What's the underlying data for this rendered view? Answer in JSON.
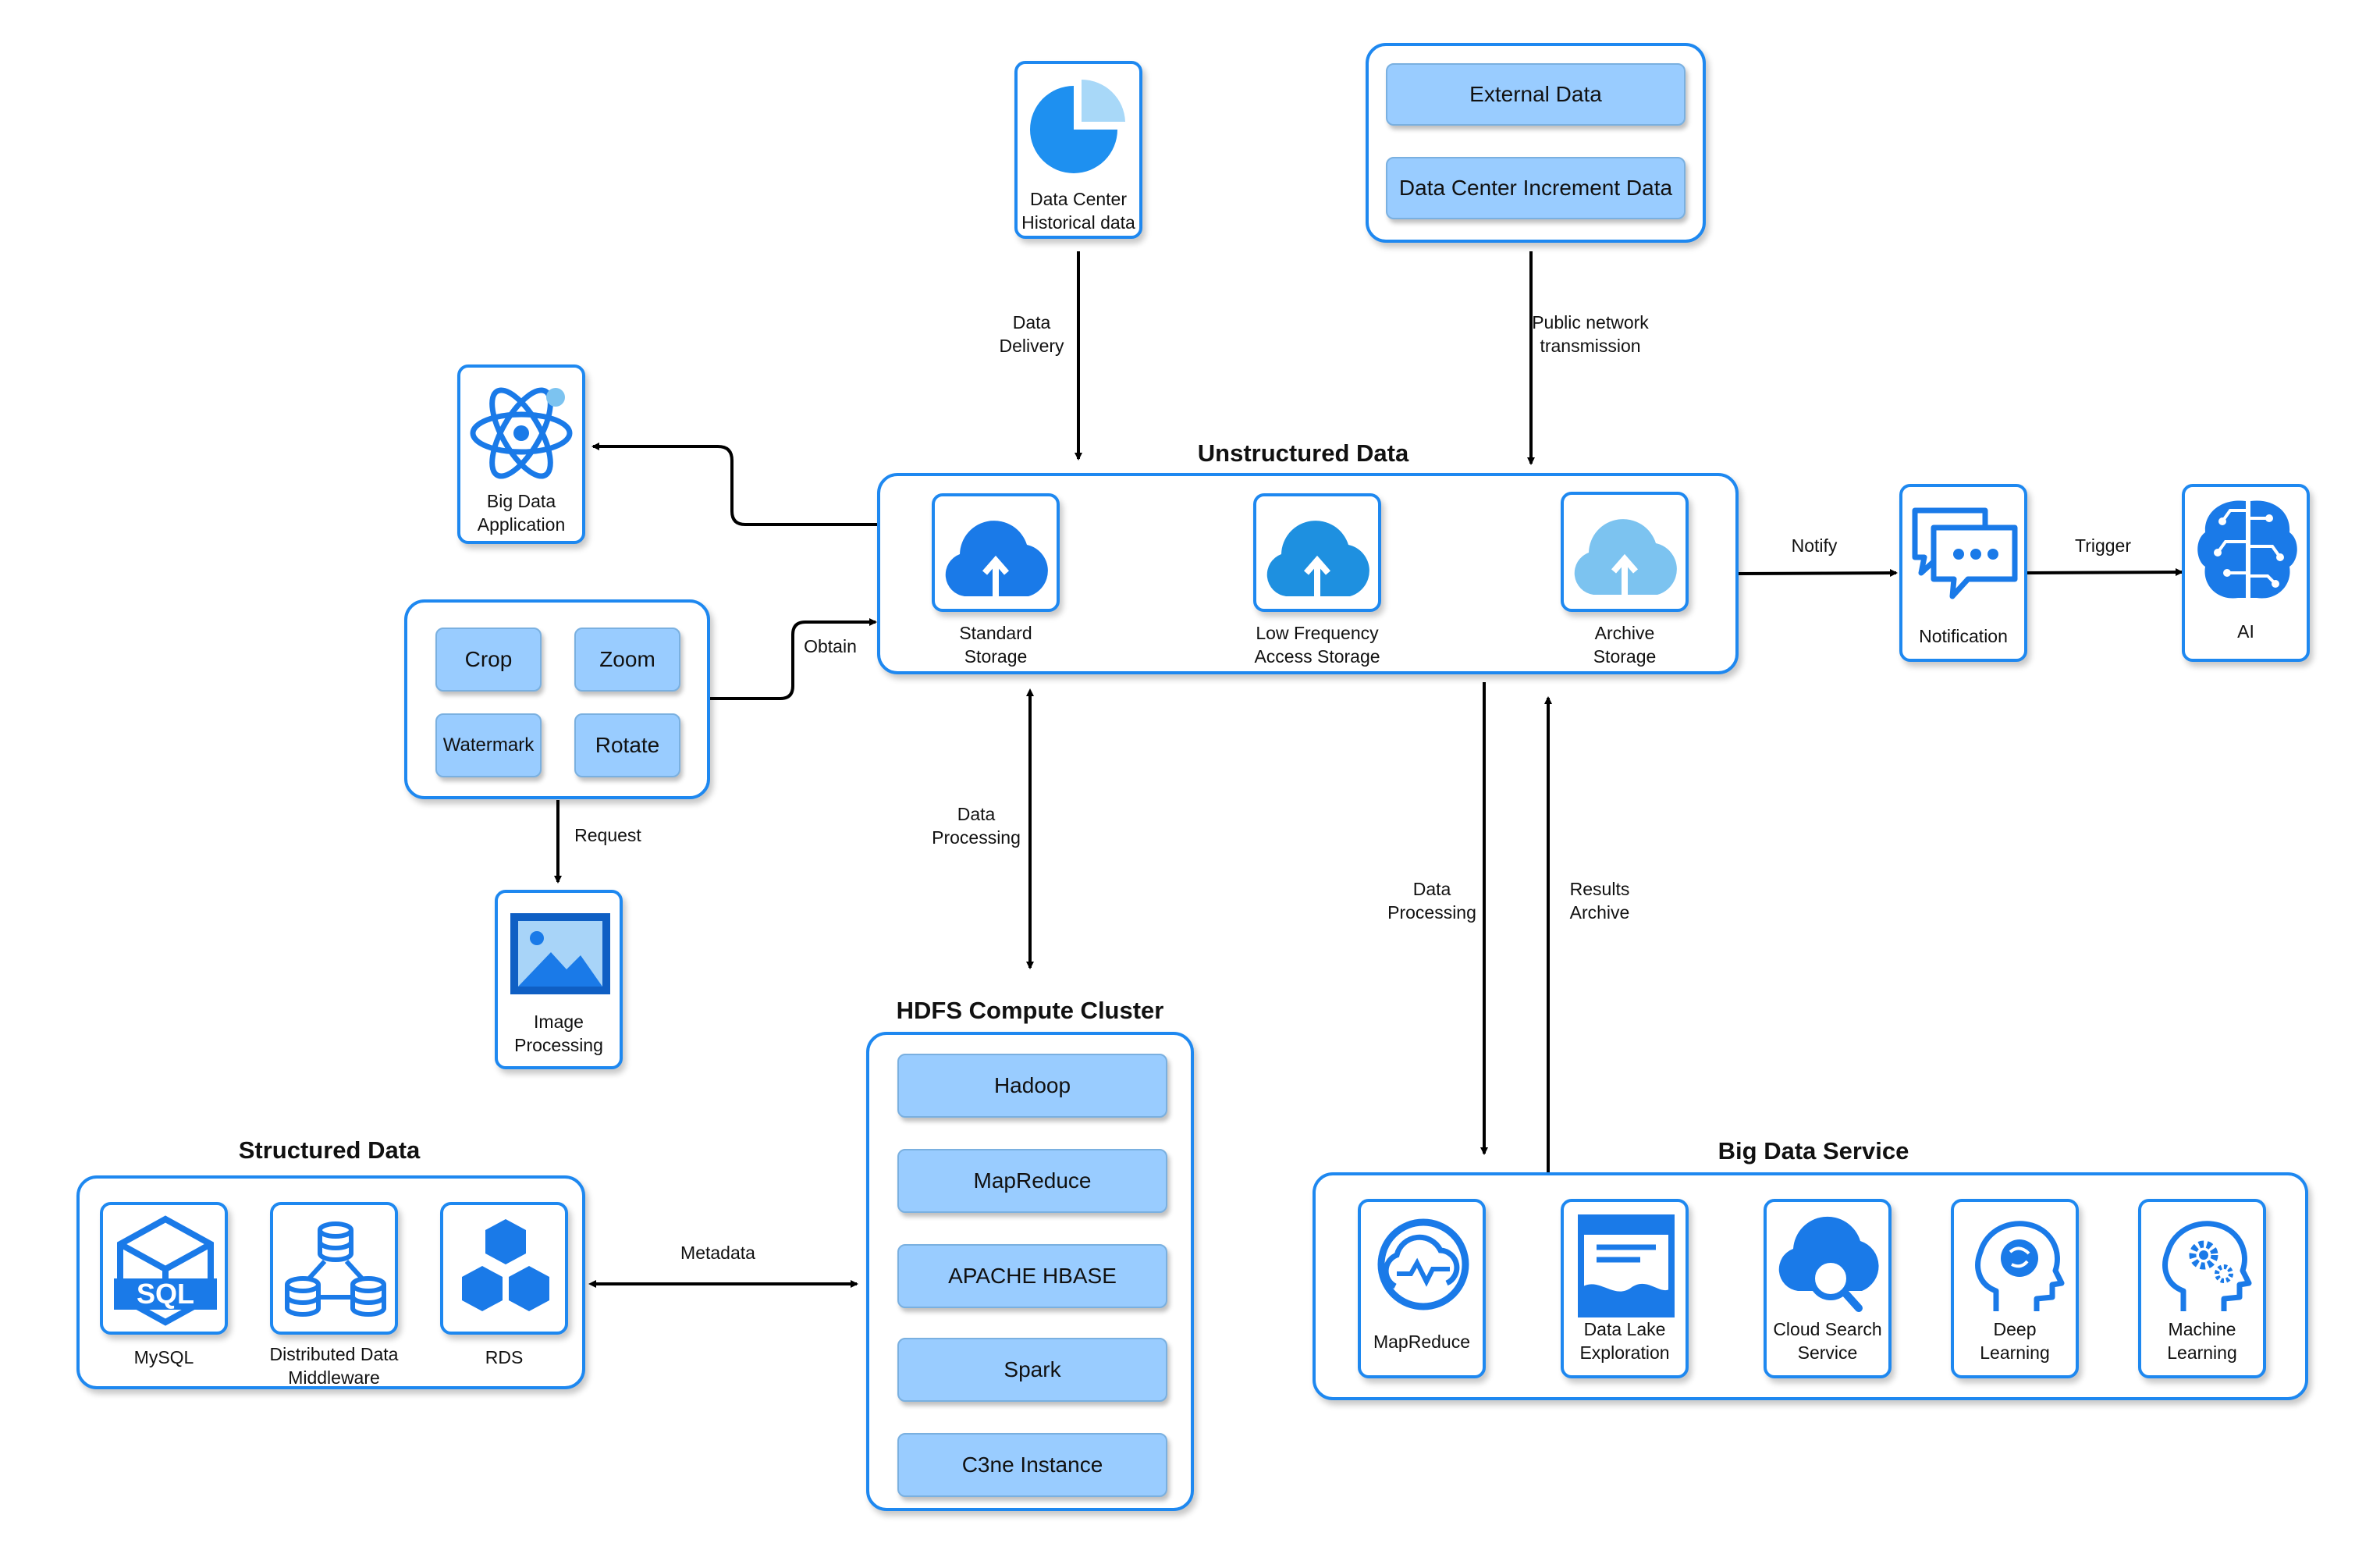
{
  "top": {
    "historical": {
      "label": "Data Center\nHistorical data"
    },
    "external": {
      "label": "External Data"
    },
    "increment": {
      "label": "Data Center Increment Data"
    }
  },
  "connectors": {
    "data_delivery": "Data\nDelivery",
    "public_network": "Public network\ntransmission",
    "obtain": "Obtain",
    "request": "Request",
    "notify": "Notify",
    "trigger": "Trigger",
    "data_processing_hdfs": "Data\nProcessing",
    "data_processing_bds": "Data\nProcessing",
    "results_archive": "Results\nArchive",
    "metadata": "Metadata"
  },
  "unstructured": {
    "title": "Unstructured Data",
    "items": [
      {
        "label": "Standard\nStorage",
        "color": "#1a7ae8"
      },
      {
        "label": "Low Frequency\nAccess Storage",
        "color": "#1e90e0"
      },
      {
        "label": "Archive\nStorage",
        "color": "#7cc3f0"
      }
    ]
  },
  "big_data_app": {
    "label": "Big Data\nApplication"
  },
  "image_ops": {
    "buttons": [
      "Crop",
      "Zoom",
      "Watermark",
      "Rotate"
    ]
  },
  "image_processing": {
    "label": "Image\nProcessing"
  },
  "notification": {
    "label": "Notification"
  },
  "ai": {
    "label": "AI"
  },
  "hdfs": {
    "title": "HDFS Compute Cluster",
    "items": [
      "Hadoop",
      "MapReduce",
      "APACHE HBASE",
      "Spark",
      "C3ne Instance"
    ]
  },
  "structured": {
    "title": "Structured Data",
    "items": [
      "MySQL",
      "Distributed Data\nMiddleware",
      "RDS"
    ]
  },
  "big_data_service": {
    "title": "Big Data Service",
    "items": [
      "MapReduce",
      "Data Lake\nExploration",
      "Cloud Search\nService",
      "Deep\nLearning",
      "Machine\nLearning"
    ]
  },
  "colors": {
    "accent": "#1e88f0",
    "pill": "#99ccff"
  }
}
